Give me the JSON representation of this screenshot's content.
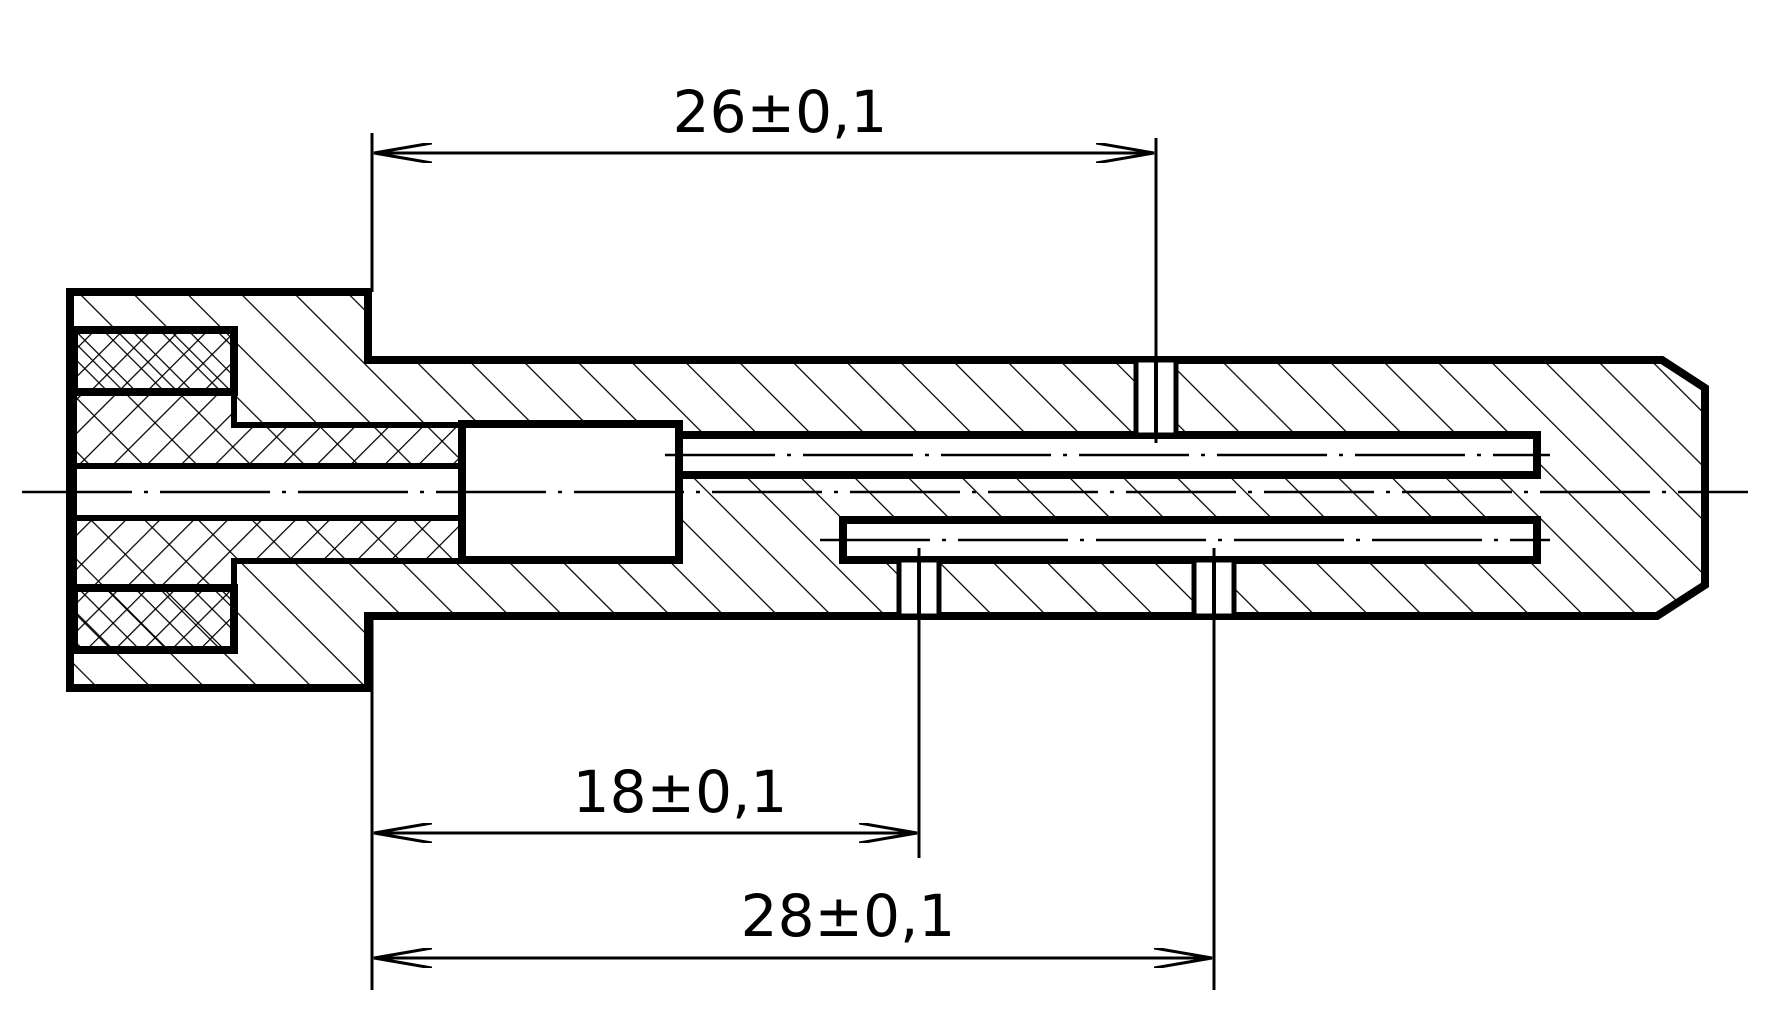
{
  "drawing": {
    "type": "section-view",
    "dimensions": {
      "top": "26±0,1",
      "middle": "18±0,1",
      "bottom": "28±0,1"
    },
    "colors": {
      "line": "#000000",
      "background": "#ffffff"
    }
  }
}
